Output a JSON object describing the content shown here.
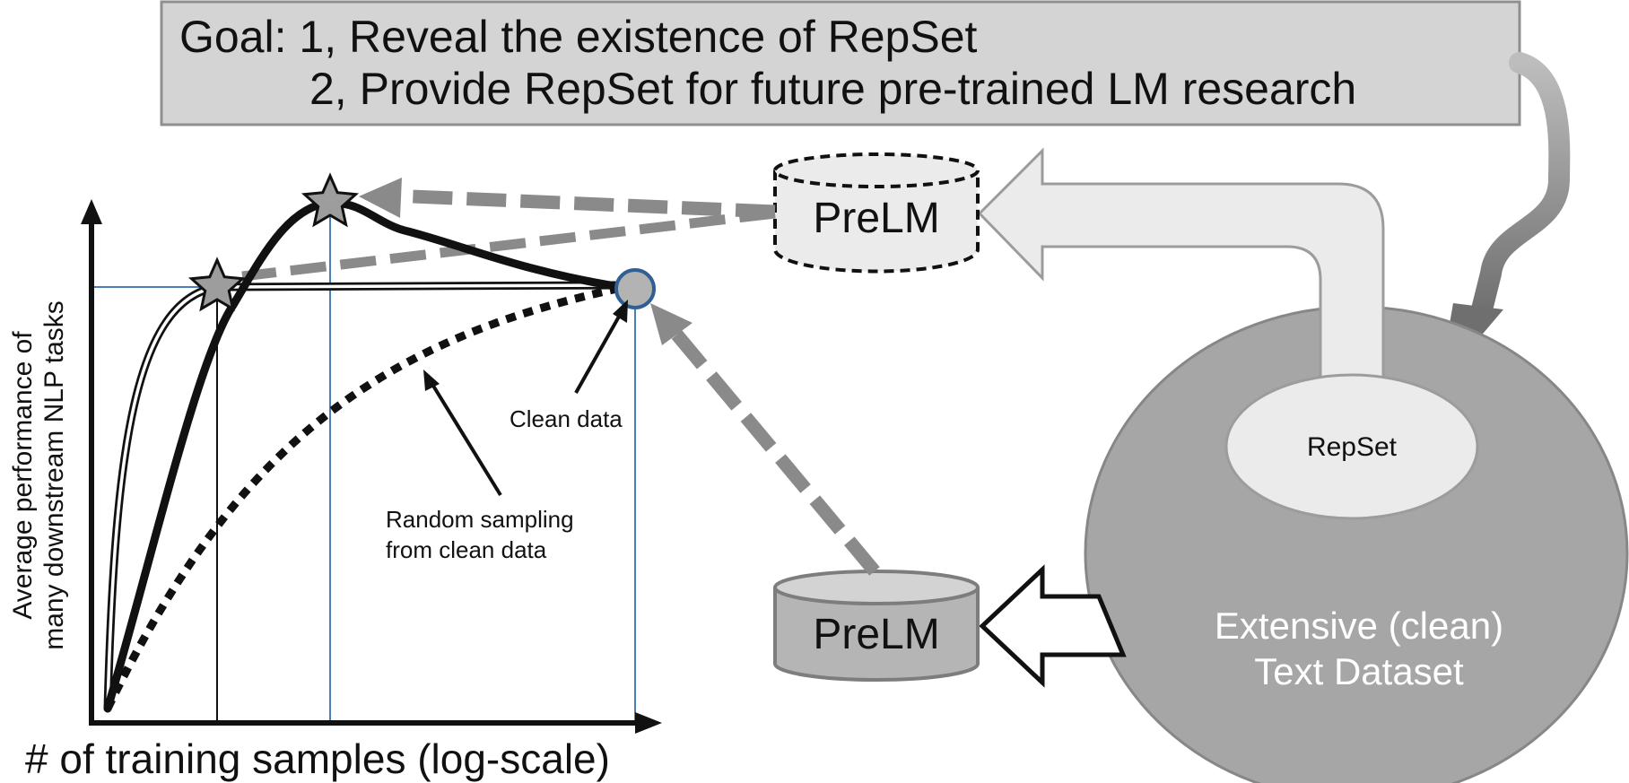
{
  "goal": {
    "line1": "Goal: 1, Reveal the existence of RepSet",
    "line2": "2, Provide RepSet for future pre-trained LM research"
  },
  "chart": {
    "x_axis_label": "# of training samples (log-scale)",
    "y_axis_label_line1": "Average performance of",
    "y_axis_label_line2": "many downstream NLP tasks"
  },
  "annotations": {
    "clean_data": "Clean data",
    "random_sampling_line1": "Random sampling",
    "random_sampling_line2": "from clean data"
  },
  "prelm_top": {
    "label": "PreLM"
  },
  "prelm_bottom": {
    "label": "PreLM"
  },
  "dataset": {
    "line1": "Extensive (clean)",
    "line2": "Text Dataset"
  },
  "repset": {
    "label": "RepSet"
  },
  "colors": {
    "goal_box_fill": "#d4d4d4",
    "dataset_fill": "#a6a6a6",
    "repset_fill": "#ebebeb",
    "arrow_gray": "#8a8a8a",
    "guide_blue": "#4a7fb5",
    "circle_fill": "#b3b3b3"
  }
}
